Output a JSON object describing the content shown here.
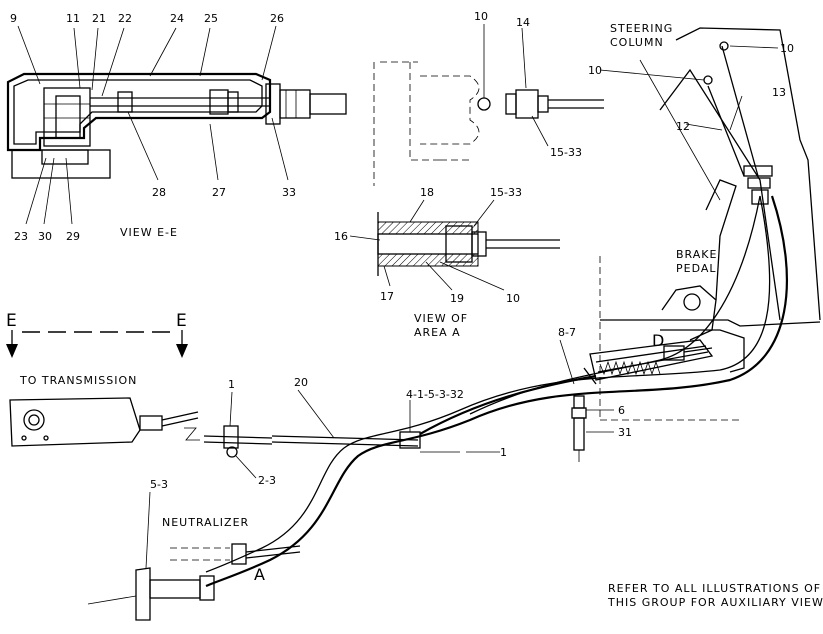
{
  "view_ee_label": "VIEW E-E",
  "view_area_a_label": [
    "VIEW OF",
    "AREA A"
  ],
  "steering_column_label": [
    "STEERING",
    "COLUMN"
  ],
  "brake_pedal_label": [
    "BRAKE",
    "PEDAL"
  ],
  "to_transmission_label": "TO TRANSMISSION",
  "neutralizer_label": "NEUTRALIZER",
  "footnote": [
    "REFER TO ALL ILLUSTRATIONS OF",
    "THIS GROUP FOR AUXILIARY VIEWS"
  ],
  "section_marks": {
    "left": "E",
    "right": "E"
  },
  "area_marks": {
    "a": "A",
    "d": "D"
  },
  "view_ee_callouts": {
    "c9": "9",
    "c11": "11",
    "c21": "21",
    "c22": "22",
    "c24": "24",
    "c25": "25",
    "c26": "26",
    "c28": "28",
    "c27": "27",
    "c33": "33",
    "c23": "23",
    "c30": "30",
    "c29": "29"
  },
  "area_a_callouts": {
    "top10": "10",
    "top14": "14",
    "top15_33": "15-33",
    "c18": "18",
    "c15_33": "15-33",
    "c16": "16",
    "c17": "17",
    "c19": "19",
    "c10": "10"
  },
  "main_callouts": {
    "c10_top": "10",
    "c10_mid": "10",
    "c13": "13",
    "c12": "12",
    "c8_7": "8-7",
    "c6": "6",
    "c31": "31",
    "c20": "20",
    "c4_1_5_3_32": "4-1-5-3-32",
    "c1_left": "1",
    "c2_3": "2-3",
    "c1_bottom": "1",
    "c5_3": "5-3"
  }
}
